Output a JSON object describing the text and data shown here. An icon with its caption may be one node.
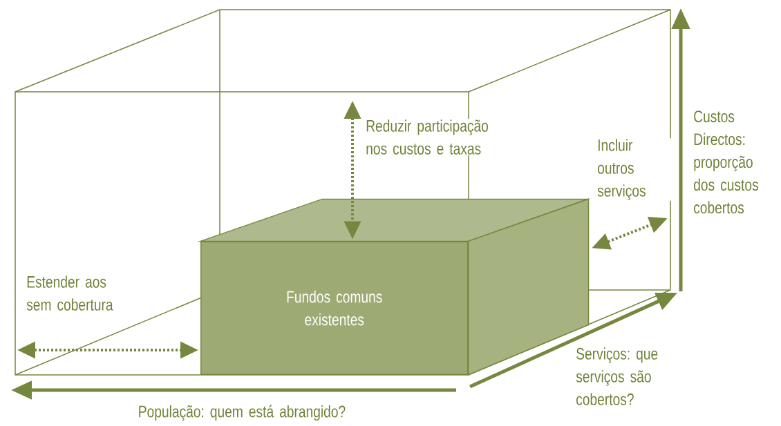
{
  "diagram": {
    "nodes": [
      {
        "text": [],
        "shape": "box"
      },
      {
        "text": [
          "Fundos comuns existentes"
        ],
        "in": 0
      }
    ],
    "edges": [
      {
        "from": 0,
        "to": 1,
        "arrow": "both",
        "style": "dashed",
        "label": "Estender aos sem cobertura"
      },
      {
        "from": null,
        "to": 1,
        "arrow": "both",
        "style": "dashed",
        "label": "Reduzir participação nos custos e taxas"
      },
      {
        "from": 1,
        "to": 0,
        "arrow": "both",
        "style": "dashed",
        "label": "Incluir outros serviços"
      }
    ],
    "labels": [
      "Custos Directos: proporção dos custos cobertos",
      "Serviços: que serviços são cobertos?",
      "População: quem está abrangido?"
    ]
  }
}
